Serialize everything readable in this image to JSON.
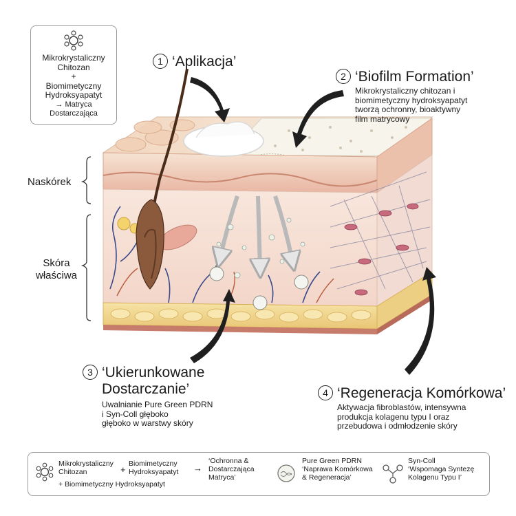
{
  "top_legend": {
    "line1": "Mikrokrystaliczny",
    "line2": "Chitozan",
    "plus": "+",
    "line3": "Biomimetyczny",
    "line4": "Hydroksyapatyt",
    "line5": "→ Matryca Dostarczająca"
  },
  "steps": [
    {
      "num": "1",
      "title": "‘Aplikacja’",
      "desc": []
    },
    {
      "num": "2",
      "title": "‘Biofilm Formation’",
      "desc": [
        "Mikrokrystaliczny chitozan i",
        "biomimetyczny hydroksyapatyt",
        "tworzą ochronny, bioaktywny",
        "film matrycowy"
      ]
    },
    {
      "num": "3",
      "title_lines": [
        "‘Ukierunkowane",
        "Dostarczanie’"
      ],
      "desc": [
        "Uwalnianie Pure Green PDRN",
        "i Syn-Coll głęboko",
        "głęboko w warstwy skóry"
      ]
    },
    {
      "num": "4",
      "title": "‘Regeneracja Komórkowa’",
      "desc": [
        "Aktywacja fibroblastów, intensywna",
        "produkcja kolagenu typu I oraz",
        "przebudowa i odmłodzenie skóry"
      ]
    }
  ],
  "layers": {
    "epidermis": "Naskórek",
    "dermis_1": "Skóra",
    "dermis_2": "właściwa"
  },
  "bottom_legend": {
    "g1_l1": "Mikrokrystaliczny",
    "g1_l2": "Chitozan",
    "g1_plus": "+",
    "g1_l3": "Biomimetyczny",
    "g1_l4": "Hydroksyapatyt",
    "g1_arrow": "→",
    "g1_bottom": "+ Biomimetyczny Hydroksyapatyt",
    "g1_res1": "‘Ochronna &",
    "g1_res2": "Dostarczająca",
    "g1_res3": "Matryca’",
    "g2_l1": "Pure Green PDRN",
    "g2_l2": "‘Naprawa Komórkowa",
    "g2_l3": "& Regeneracja’",
    "g3_l1": "Syn-Coll",
    "g3_l2": "‘Wspomaga Syntezę",
    "g3_l3": "Kolagenu Typu I’"
  },
  "colors": {
    "epidermis": "#f1d6c4",
    "dermis": "#f7e1d6",
    "fat": "#f2d98f",
    "arrow": "#1f1f1f",
    "hair": "#4a2c1a",
    "vessel": "#3b4a8a"
  },
  "icons": [
    "chitosan-molecule-icon",
    "pdrn-capsule-icon",
    "syn-coll-molecule-icon"
  ]
}
